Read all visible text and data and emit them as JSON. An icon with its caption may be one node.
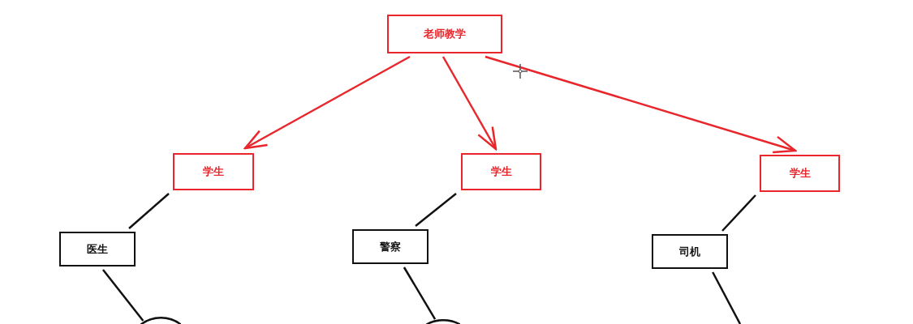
{
  "diagram": {
    "nodes": [
      {
        "text": [
          "老师教学"
        ]
      },
      {
        "text": [
          "学生"
        ]
      },
      {
        "text": [
          "学生"
        ]
      },
      {
        "text": [
          "学生"
        ]
      },
      {
        "text": [
          "医生"
        ]
      },
      {
        "text": [
          "警察"
        ]
      },
      {
        "text": [
          "司机"
        ]
      },
      {
        "text": [],
        "shape": "circle"
      },
      {
        "text": [],
        "shape": "circle"
      }
    ],
    "edges": [
      {
        "from": 0,
        "to": 1,
        "arrow": "to",
        "color": "#e8262b"
      },
      {
        "from": 0,
        "to": 2,
        "arrow": "to",
        "color": "#e8262b"
      },
      {
        "from": 0,
        "to": 3,
        "arrow": "to",
        "color": "#e8262b"
      },
      {
        "from": 1,
        "to": 4,
        "arrow": "none"
      },
      {
        "from": 2,
        "to": 5,
        "arrow": "none"
      },
      {
        "from": 3,
        "to": 6,
        "arrow": "none"
      },
      {
        "from": 4,
        "to": 7,
        "arrow": "none"
      },
      {
        "from": 5,
        "to": 8,
        "arrow": "none"
      },
      {
        "from": 6,
        "to": null,
        "arrow": "none"
      }
    ]
  }
}
